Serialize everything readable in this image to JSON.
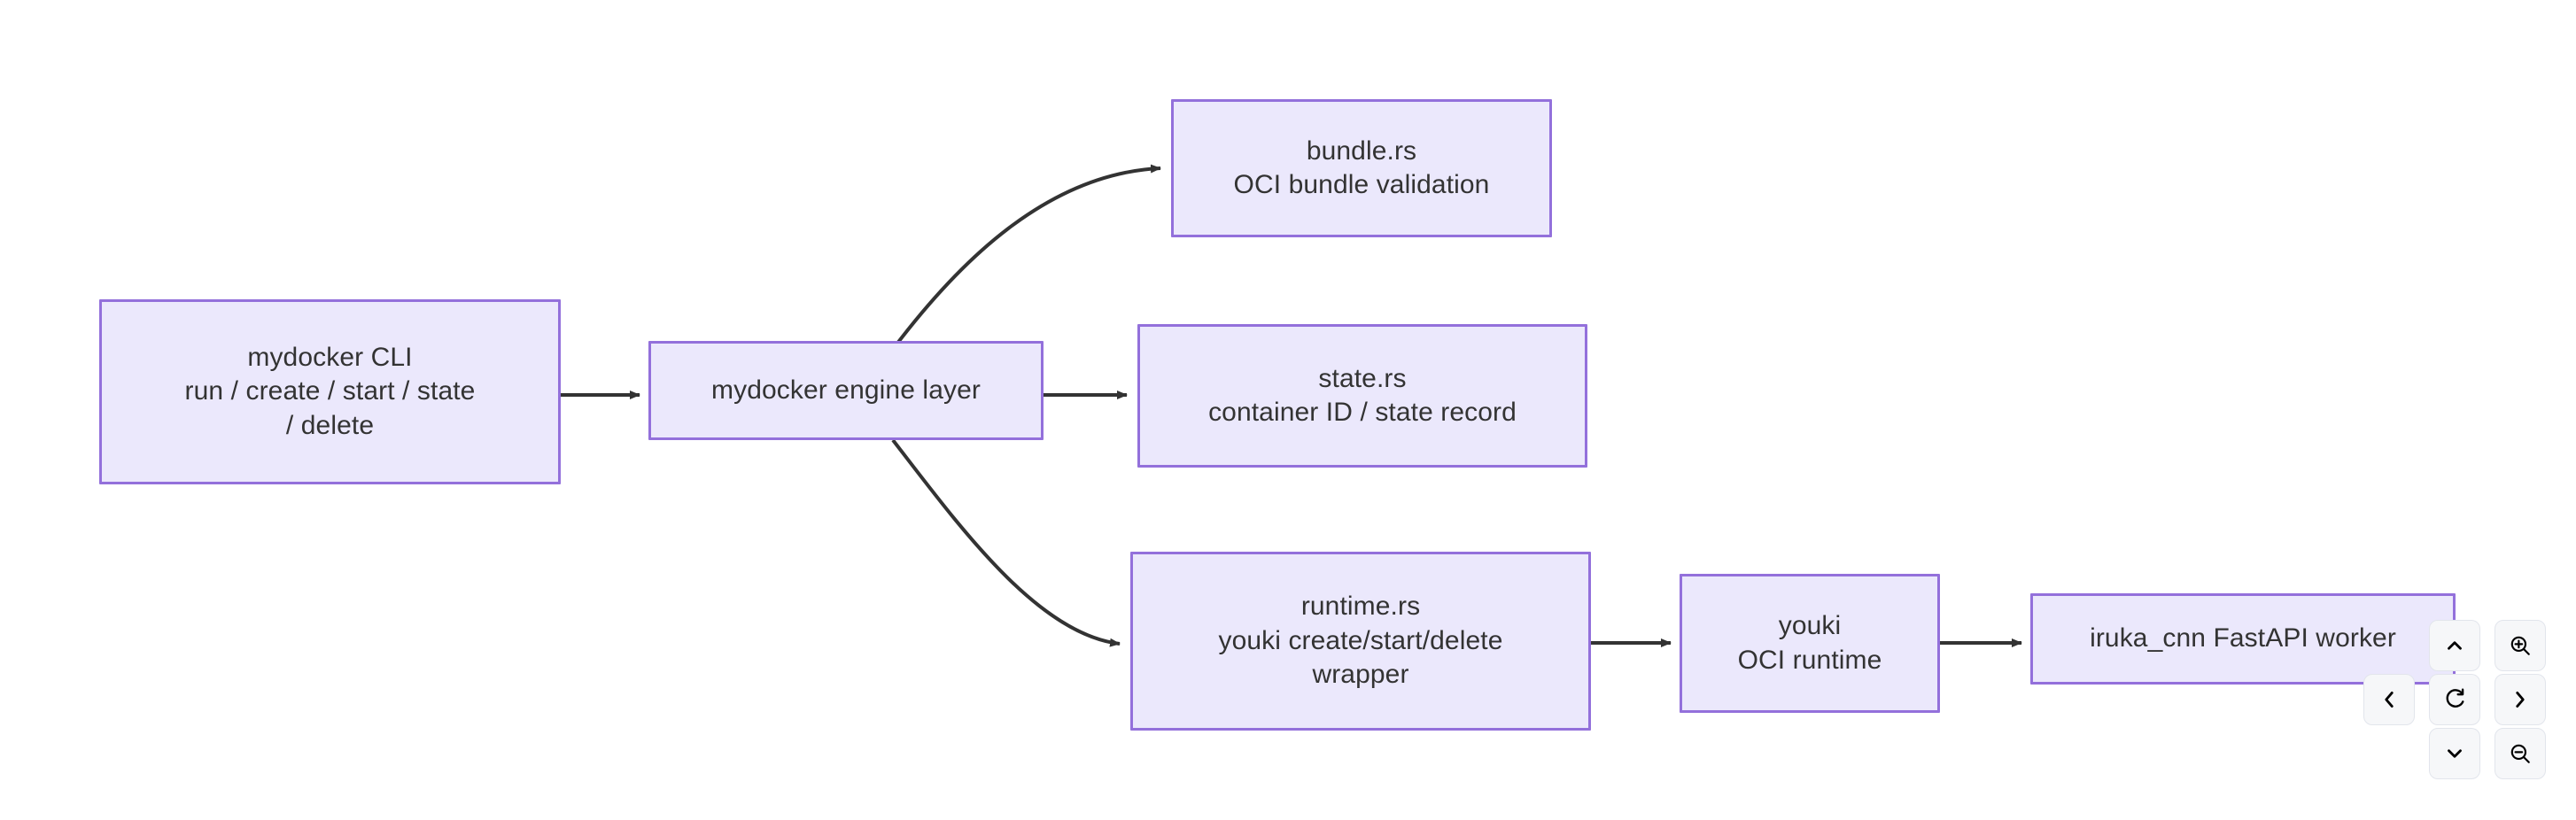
{
  "diagram": {
    "type": "flowchart",
    "direction": "left-to-right",
    "theme": {
      "node_fill": "#ebe8fc",
      "node_border": "#9370db",
      "node_text": "#333333",
      "edge_stroke": "#333333",
      "background": "#ffffff"
    },
    "nodes": [
      {
        "id": "cli",
        "lines": [
          "mydocker CLI",
          "run / create / start / state",
          "/ delete"
        ]
      },
      {
        "id": "engine",
        "lines": [
          "mydocker engine layer"
        ]
      },
      {
        "id": "bundle",
        "lines": [
          "bundle.rs",
          "OCI bundle validation"
        ]
      },
      {
        "id": "state",
        "lines": [
          "state.rs",
          "container ID / state record"
        ]
      },
      {
        "id": "runtime",
        "lines": [
          "runtime.rs",
          "youki create/start/delete",
          "wrapper"
        ]
      },
      {
        "id": "youki",
        "lines": [
          "youki",
          "OCI runtime"
        ]
      },
      {
        "id": "worker",
        "lines": [
          "iruka_cnn FastAPI worker"
        ]
      }
    ],
    "edges": [
      {
        "from": "cli",
        "to": "engine",
        "style": "straight",
        "arrow": "end"
      },
      {
        "from": "engine",
        "to": "bundle",
        "style": "curved",
        "arrow": "end"
      },
      {
        "from": "engine",
        "to": "state",
        "style": "straight",
        "arrow": "end"
      },
      {
        "from": "engine",
        "to": "runtime",
        "style": "curved",
        "arrow": "end"
      },
      {
        "from": "runtime",
        "to": "youki",
        "style": "straight",
        "arrow": "end"
      },
      {
        "from": "youki",
        "to": "worker",
        "style": "straight",
        "arrow": "end"
      }
    ]
  },
  "controls": {
    "pan_up": "pan-up",
    "pan_down": "pan-down",
    "pan_left": "pan-left",
    "pan_right": "pan-right",
    "reset": "reset-view",
    "zoom_in": "zoom-in",
    "zoom_out": "zoom-out"
  }
}
